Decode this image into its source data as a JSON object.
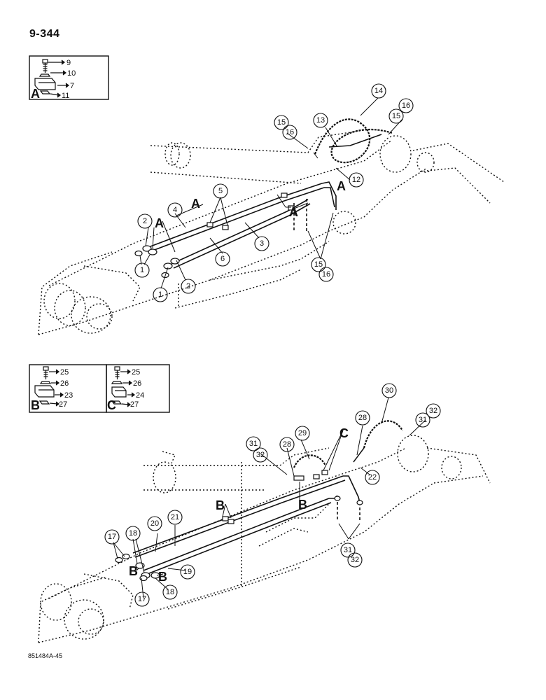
{
  "page": {
    "number": "9-344",
    "catalog_ref": "851484A-45"
  },
  "inset_a": {
    "letter": "A",
    "parts": [
      "9",
      "10",
      "7",
      "11"
    ]
  },
  "inset_b": {
    "letter": "B",
    "parts": [
      "25",
      "26",
      "23",
      "27"
    ]
  },
  "inset_c": {
    "letter": "C",
    "parts": [
      "25",
      "26",
      "24",
      "27"
    ]
  },
  "top_callouts": [
    "14",
    "16",
    "15",
    "15",
    "16",
    "13",
    "12",
    "5",
    "4",
    "2",
    "3",
    "6",
    "1",
    "1",
    "2",
    "15",
    "16"
  ],
  "top_letters": [
    "A",
    "A",
    "A",
    "A",
    "A"
  ],
  "bottom_callouts": [
    "30",
    "32",
    "31",
    "28",
    "29",
    "31",
    "32",
    "28",
    "22",
    "20",
    "21",
    "17",
    "18",
    "19",
    "18",
    "17",
    "31",
    "32"
  ],
  "bottom_letters": [
    "C",
    "B",
    "B",
    "B",
    "B"
  ]
}
